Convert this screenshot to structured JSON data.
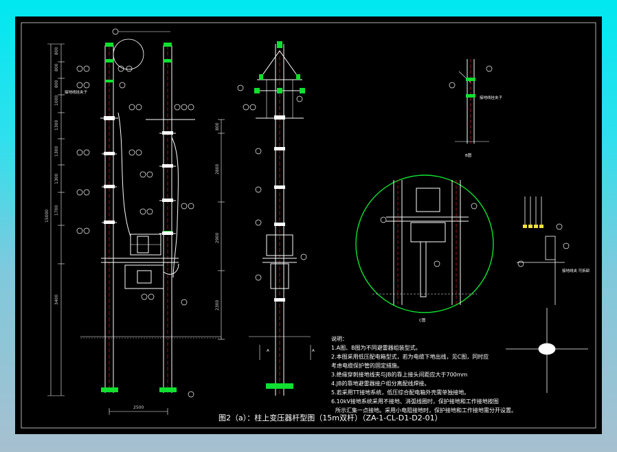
{
  "title": "图2（a）：柱上变压器杆型图（15m双杆）（ZA-1-CL-D1-D2-01）",
  "notes": {
    "heading": "说明：",
    "lines": [
      "1.A图、B图为不同避雷器组装型式。",
      "2.本图采用低压配电箱型式，若为电缆下地出线，见C图，同时应",
      "考虑电缆保护管的固定措施。",
      "3.绝缘穿刺接地线夹与JB的靠上接头间距应大于700mm",
      "4.JB的靠地避雷器接户组分离配线焊接。",
      "5.若采用TT接地系统，低压综合配电箱外壳需单独接地。",
      "6.10kV接地系统采用不接地、消弧线圈时，保护接地和工作接地按图",
      "所示汇集一点接地。采用小电阻接地时，保护接地和工作接地需分开设置。"
    ]
  },
  "labels": {
    "view_b": "B图",
    "view_c": "C图",
    "section_a": "A",
    "lightning_clamp": "接地线挂夹子",
    "ground_note": "接地线夹 可拆卸",
    "width_dim": "2500",
    "total_height": "15000"
  },
  "dims_left": [
    "800",
    "800",
    "800",
    "1000",
    "1300",
    "1300",
    "1300",
    "1700",
    "3400"
  ],
  "dims_mid": [
    "800",
    "2800",
    "2900",
    "2300"
  ],
  "colors": {
    "background": "#000000",
    "line": "#ffffff",
    "accent_red": "#ff2020",
    "accent_green": "#10e030",
    "frame_outer": "#00e8f0"
  }
}
